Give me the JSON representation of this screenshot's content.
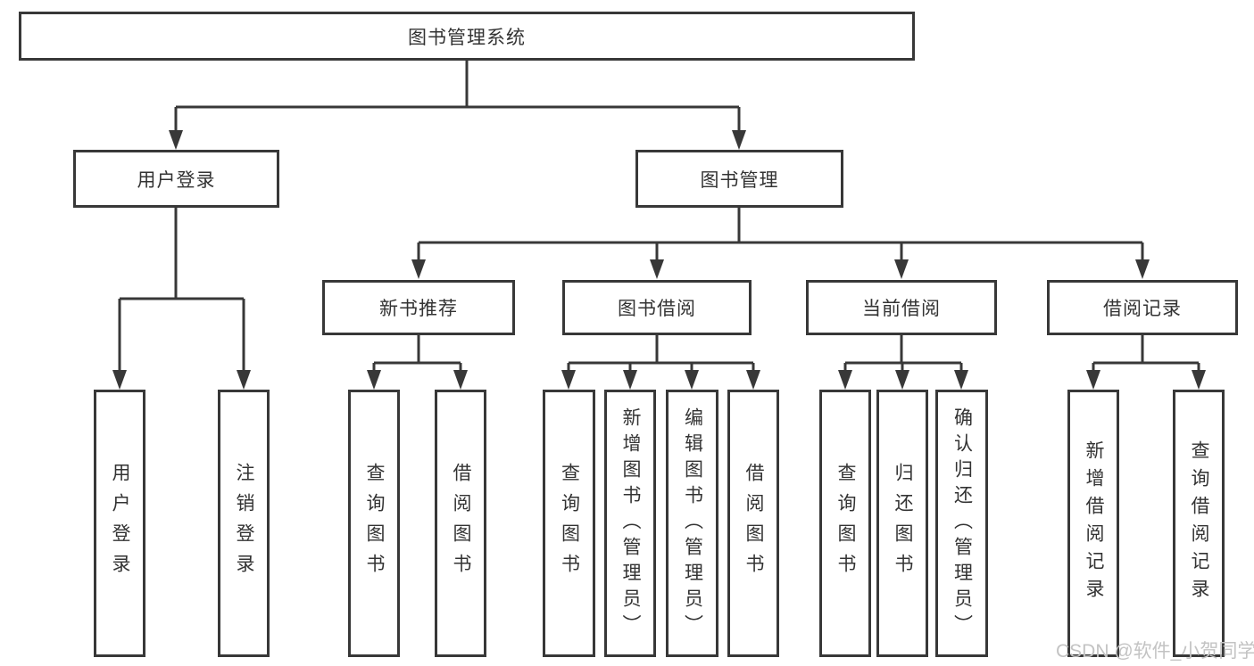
{
  "nodes": {
    "root": "图书管理系统",
    "branches": [
      {
        "label": "用户登录",
        "leaves": [
          "用户登录",
          "注销登录"
        ]
      },
      {
        "label": "图书管理",
        "groups": [
          {
            "label": "新书推荐",
            "leaves": [
              "查询图书",
              "借阅图书"
            ]
          },
          {
            "label": "图书借阅",
            "leaves": [
              "查询图书",
              "新增图书（管理员）",
              "编辑图书（管理员）",
              "借阅图书"
            ]
          },
          {
            "label": "当前借阅",
            "leaves": [
              "查询图书",
              "归还图书",
              "确认归还（管理员）"
            ]
          },
          {
            "label": "借阅记录",
            "leaves": [
              "新增借阅记录",
              "查询借阅记录"
            ]
          }
        ]
      }
    ]
  },
  "watermark": "CSDN @软件_小贺同学",
  "colors": {
    "line": "#383838",
    "box_border": "#383838",
    "text": "#333333",
    "watermark": "#c3c3c3",
    "background": "#ffffff"
  }
}
